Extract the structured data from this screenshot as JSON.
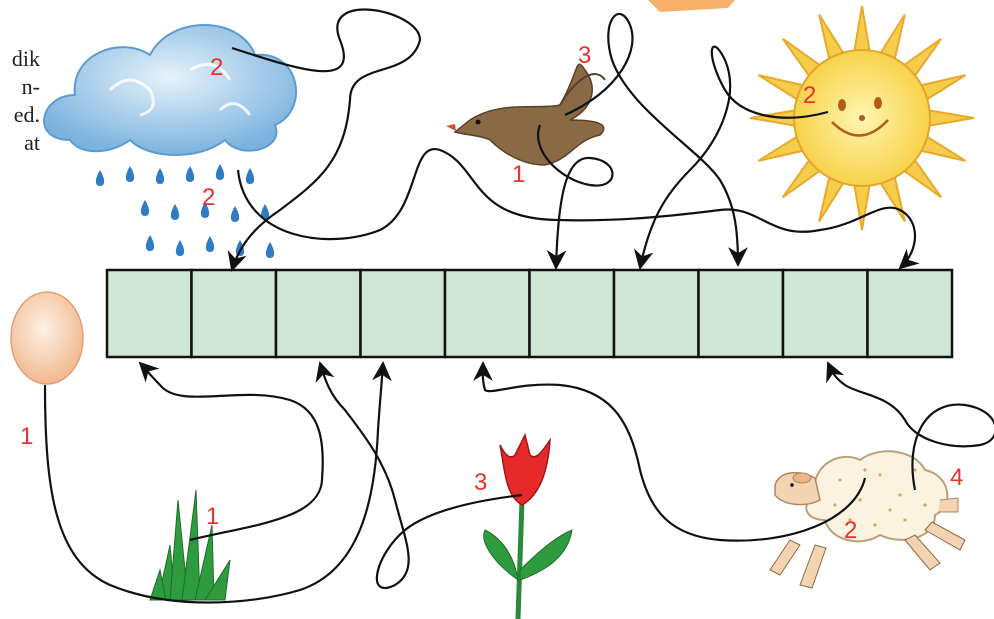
{
  "left_text": [
    "dik",
    "n-",
    "ed.",
    "at"
  ],
  "grid": {
    "cell_count": 10,
    "fill": "#cfe5d6"
  },
  "numbers": {
    "cloud_top": "2",
    "cloud_bottom": "2",
    "bird_top": "3",
    "bird_bottom": "1",
    "sun": "2",
    "egg": "1",
    "grass": "1",
    "tulip": "3",
    "sheep_right": "4",
    "sheep_bottom": "2"
  },
  "pictures": [
    "cloud-with-rain",
    "bird",
    "sun",
    "egg",
    "grass",
    "tulip",
    "sheep"
  ]
}
